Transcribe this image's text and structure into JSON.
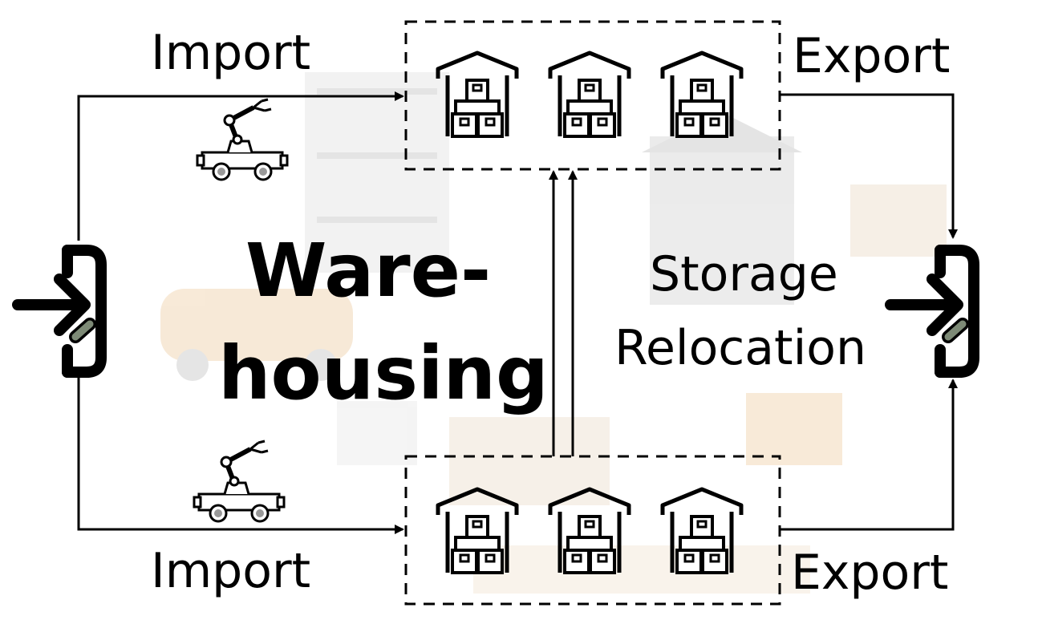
{
  "labels": {
    "import_top": "Import",
    "import_bottom": "Import",
    "export_top": "Export",
    "export_bottom": "Export",
    "title_line1": "Ware-",
    "title_line2": "housing",
    "relocation_line1": "Storage",
    "relocation_line2": "Relocation"
  },
  "icons": {
    "entry": "login-arrow-icon",
    "exit": "login-arrow-icon",
    "robot": "robot-arm-vehicle-icon",
    "warehouse": "warehouse-icon"
  },
  "colors": {
    "stroke": "#000000",
    "background_tint": "#e9e9e9",
    "accent_orange": "#f2d8b8"
  }
}
